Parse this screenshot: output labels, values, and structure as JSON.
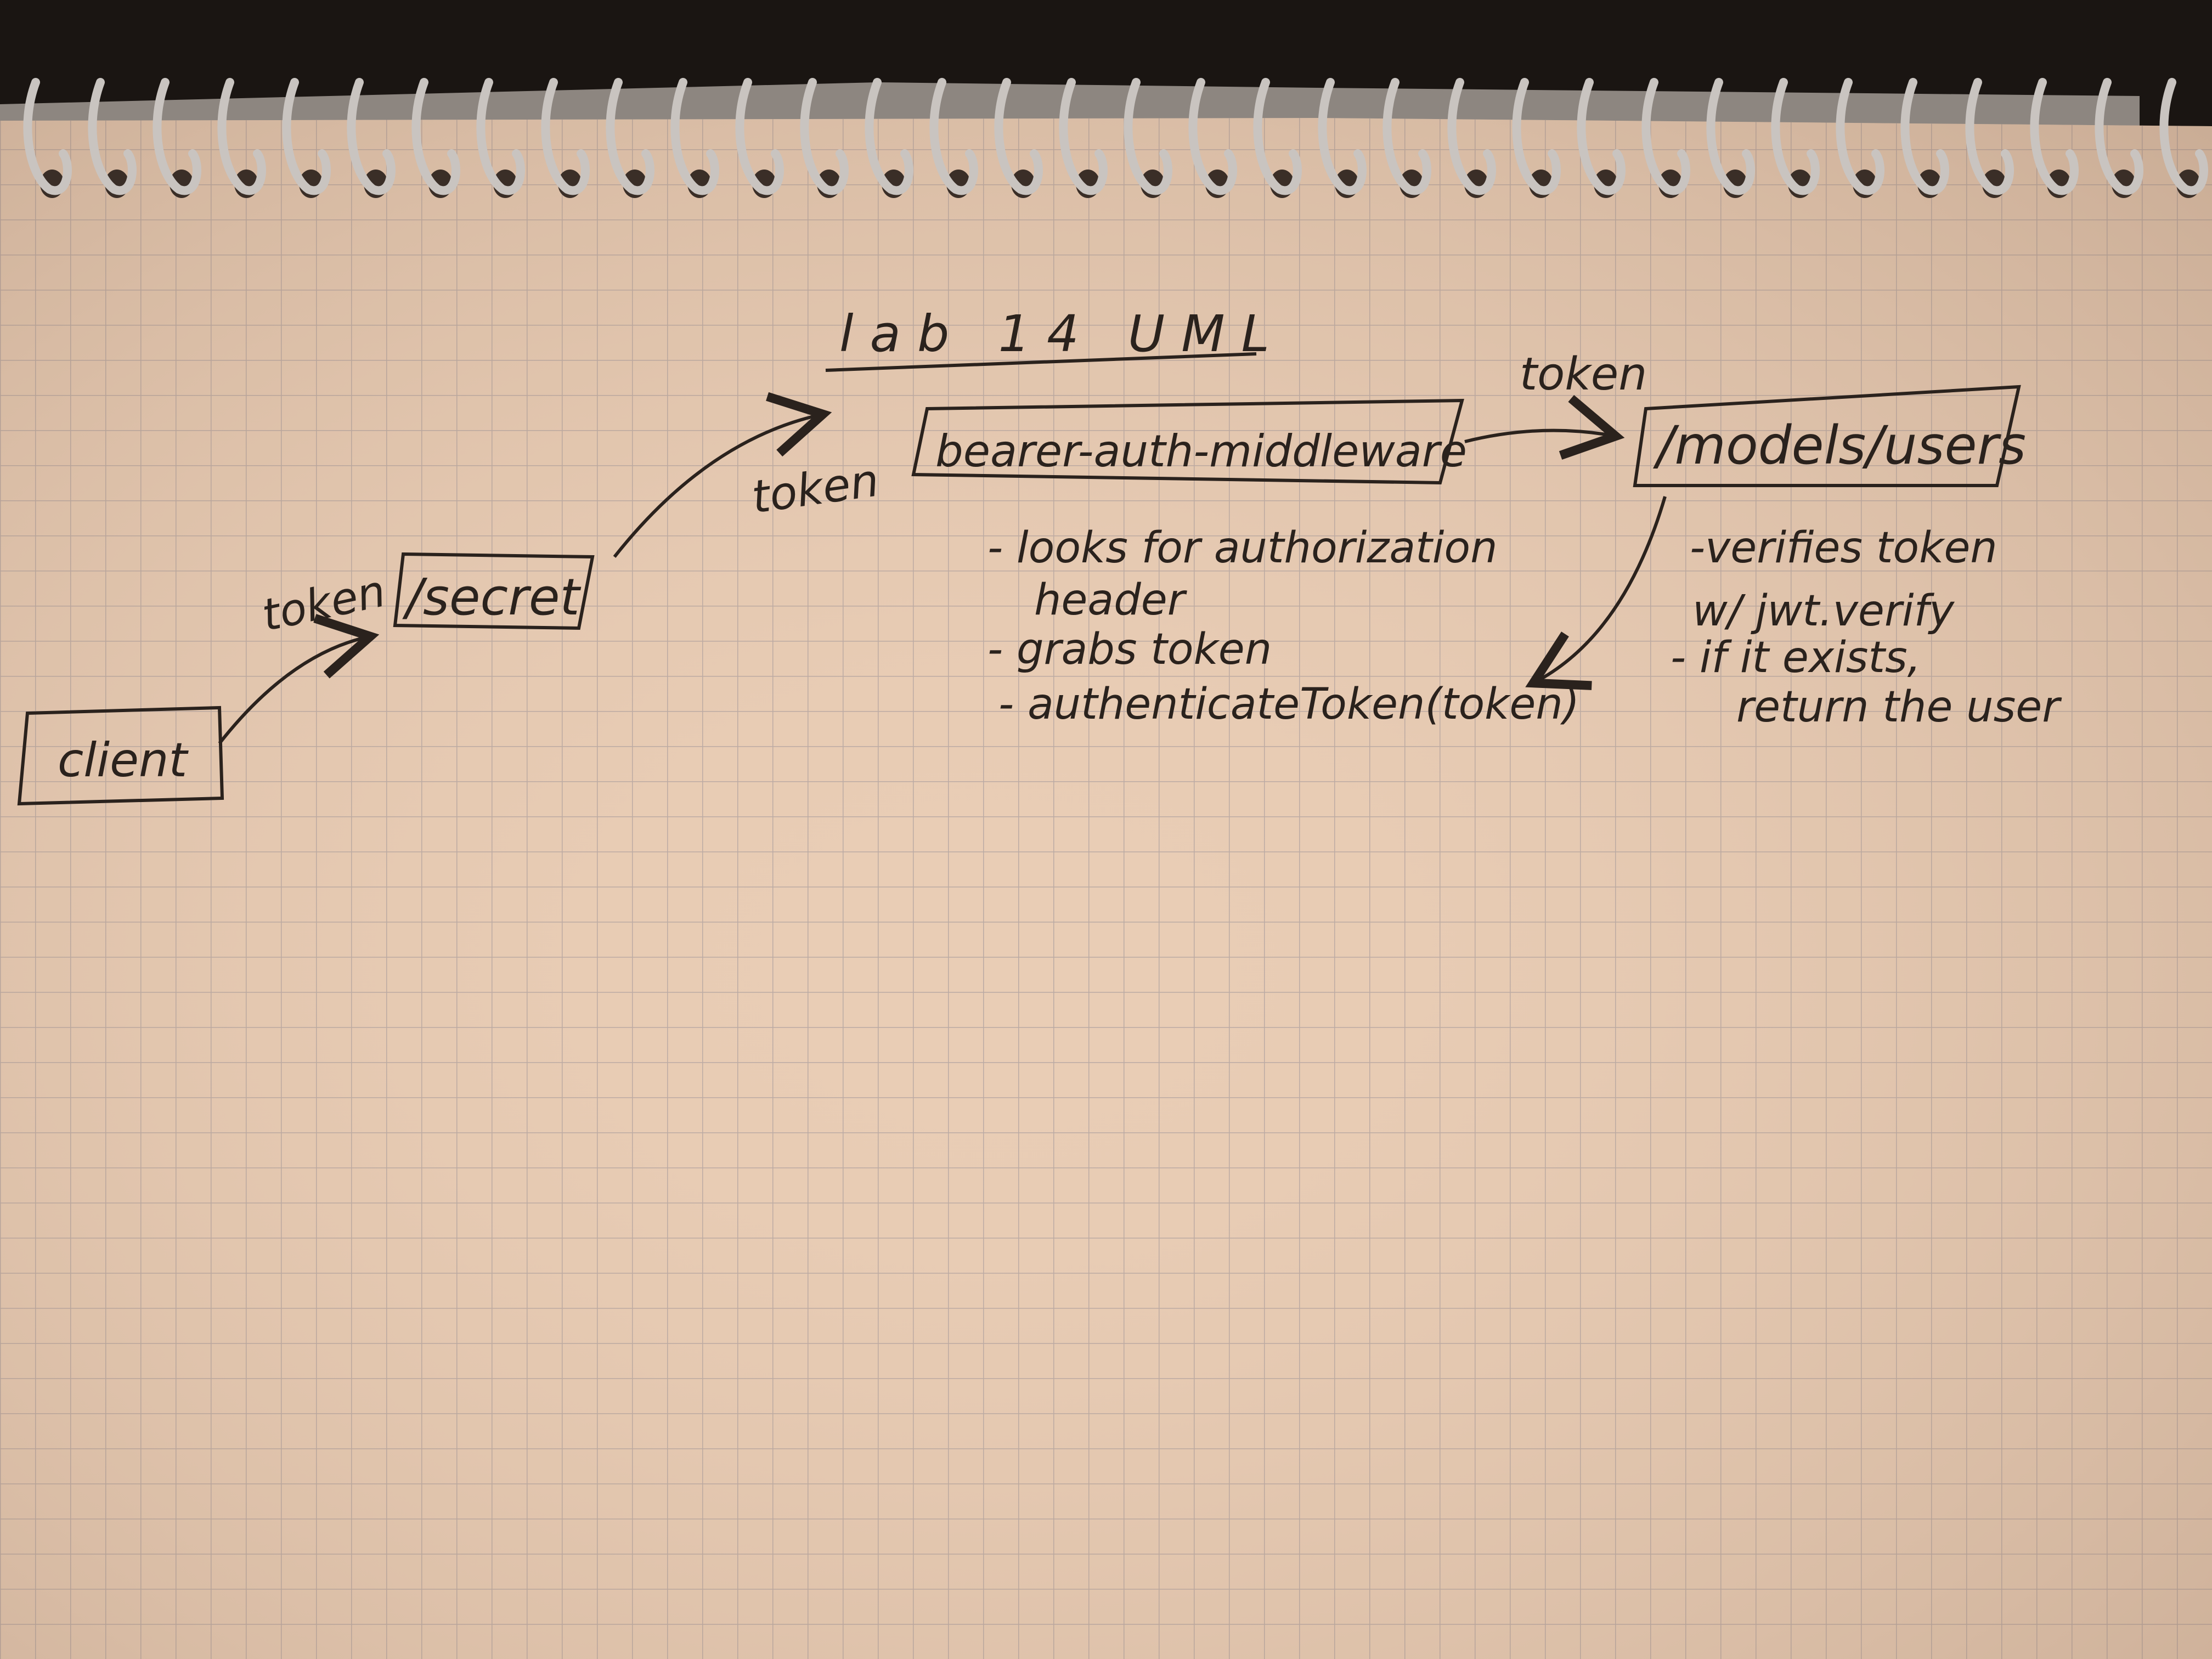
{
  "diagram": {
    "title": "lab 14 UML",
    "nodes": {
      "client": "client",
      "secret": "/secret",
      "middleware": "bearer-auth-middleware",
      "users": "/models/users"
    },
    "edges": [
      {
        "from": "client",
        "to": "secret",
        "label": "token"
      },
      {
        "from": "secret",
        "to": "middleware",
        "label": "token"
      },
      {
        "from": "middleware",
        "to": "users",
        "label": "token"
      },
      {
        "from": "users",
        "to": "middleware",
        "label": ""
      }
    ],
    "middleware_notes": [
      "- looks for authorization",
      "header",
      "- grabs token",
      "- authenticateToken(token)"
    ],
    "users_notes": [
      "-verifies token",
      "w/ jwt.verify",
      "- if it exists,",
      "return the user"
    ]
  },
  "colors": {
    "paper": "#e9cdb5",
    "grid": "#b9a9a3",
    "ink": "#2a221d",
    "spiral": "#c9c4c0",
    "background": "#1a1512"
  }
}
